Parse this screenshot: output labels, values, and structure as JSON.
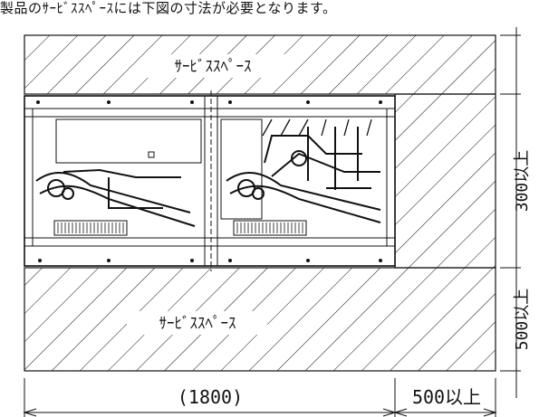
{
  "caption": "製品のｻｰﾋﾞｽｽﾍﾟｰｽには下図の寸法が必要となります。",
  "diagram": {
    "top_zone_label": "ｻｰﾋﾞｽｽﾍﾟｰｽ",
    "bottom_zone_label": "ｻｰﾋﾞｽｽﾍﾟｰｽ",
    "dim_width": "(1800)",
    "dim_right_clearance": "500以上",
    "dim_top": "300以上",
    "dim_bottom": "500以上"
  },
  "colors": {
    "line": "#111111",
    "background": "#ffffff"
  }
}
